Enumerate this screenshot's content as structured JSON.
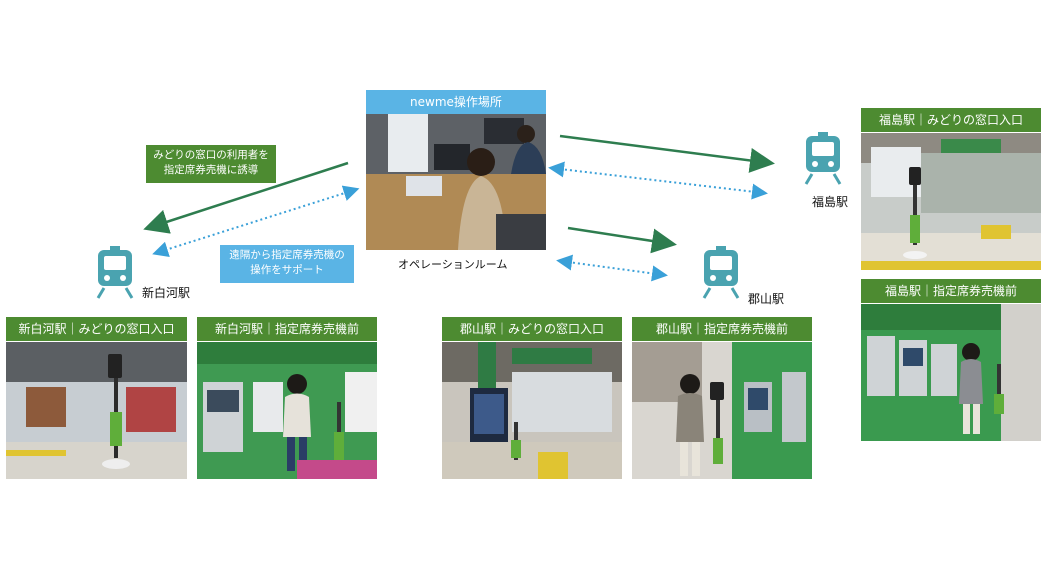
{
  "operation_room": {
    "header": "newme操作場所",
    "caption": "オペレーションルーム"
  },
  "notes": {
    "guide_line1": "みどりの窓口の利用者を",
    "guide_line2": "指定席券売機に誘導",
    "remote_line1": "遠隔から指定席券売機の",
    "remote_line2": "操作をサポート"
  },
  "stations": {
    "shirakawa": "新白河駅",
    "koriyama": "郡山駅",
    "fukushima": "福島駅"
  },
  "photos": {
    "shirakawa_window": "新白河駅｜みどりの窓口入口",
    "shirakawa_machine": "新白河駅｜指定席券売機前",
    "koriyama_window": "郡山駅｜みどりの窓口入口",
    "koriyama_machine": "郡山駅｜指定席券売機前",
    "fukushima_window": "福島駅｜みどりの窓口入口",
    "fukushima_machine": "福島駅｜指定席券売機前"
  },
  "colors": {
    "green_header": "#4d8b31",
    "blue_header": "#5ab4e5",
    "solid_arrow": "#2e7d4f",
    "dotted_arrow": "#3aa0d8",
    "train_icon": "#4aa3b0"
  },
  "icons": [
    "train-icon",
    "robot-terminal",
    "operator"
  ]
}
